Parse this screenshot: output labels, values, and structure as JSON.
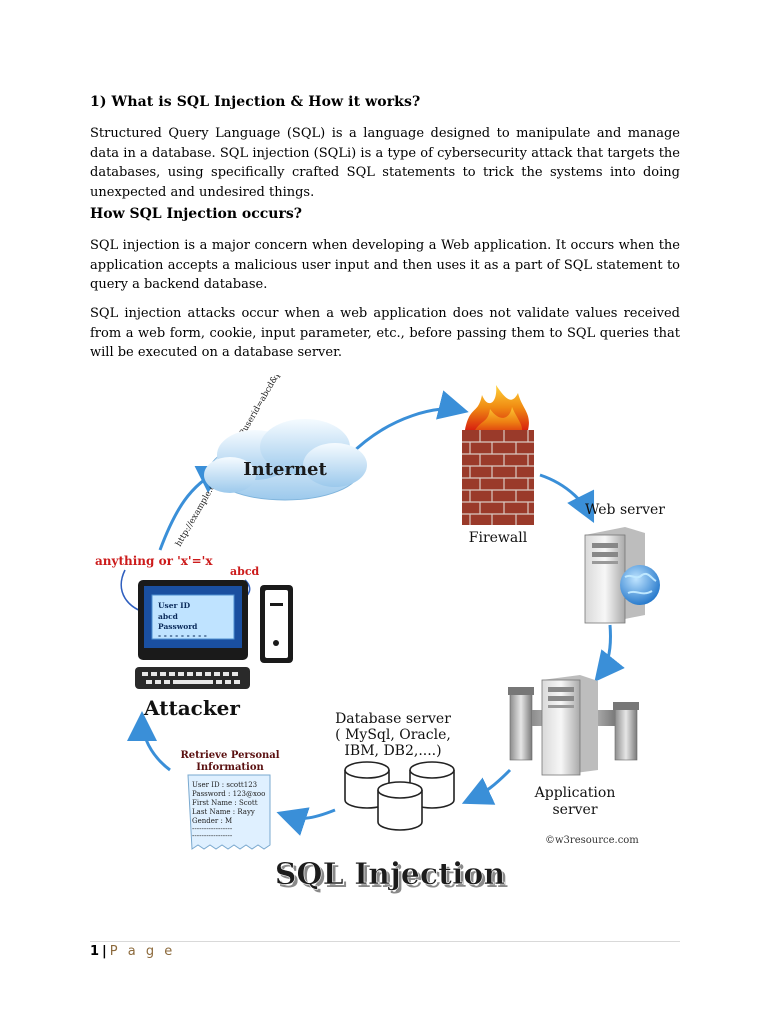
{
  "section1": {
    "heading": "1) What is SQL Injection & How it works?",
    "para1": "Structured Query Language (SQL) is a language designed to manipulate and manage data in a database. SQL injection (SQLi) is a type of cybersecurity attack that targets the databases, using specifically crafted SQL statements to trick the systems into doing unexpected and undesired things."
  },
  "section2": {
    "heading": "How SQL Injection occurs?",
    "para1": "SQL injection is a major concern when developing a Web application. It occurs when the application accepts a malicious user input and then uses it as a part of SQL statement to query a backend database.",
    "para2": "SQL injection attacks occur when a web application does not validate values received from a web form, cookie, input parameter, etc., before passing them to SQL queries that will be executed on a database server."
  },
  "diagram": {
    "internet_label": "Internet",
    "url_text": "http://example.com/form.html?userid=abcd&password=anything or 'x'='x",
    "firewall_label": "Firewall",
    "webserver_label": "Web server",
    "attacker_label": "Attacker",
    "injection_text": "anything or 'x'='x",
    "userid_value": "abcd",
    "form_userid": "User ID",
    "form_userid_value": "abcd",
    "form_password": "Password",
    "form_password_value": "- - - - - - - - -",
    "db_server_line1": "Database server",
    "db_server_line2": "( MySql, Oracle,",
    "db_server_line3": "IBM, DB2,....)",
    "app_server_line1": "Application",
    "app_server_line2": "server",
    "retrieve_line1": "Retrieve Personal",
    "retrieve_line2": "Information",
    "doc_lines": [
      "User ID : scott123",
      "Password : 123@xoo",
      "First Name : Scott",
      "Last Name : Rayy",
      "Gender : M",
      "-----------------",
      "-----------------"
    ],
    "credit": "©w3resource.com",
    "title": "SQL Injection"
  },
  "footer": {
    "page_number": "1",
    "separator": "|",
    "page_label": "P a g e"
  },
  "colors": {
    "arrow": "#3a8fd8",
    "injection_red": "#cc1b1b",
    "brick": "#9a3a2a",
    "monitor_blue": "#1a4fa0"
  }
}
